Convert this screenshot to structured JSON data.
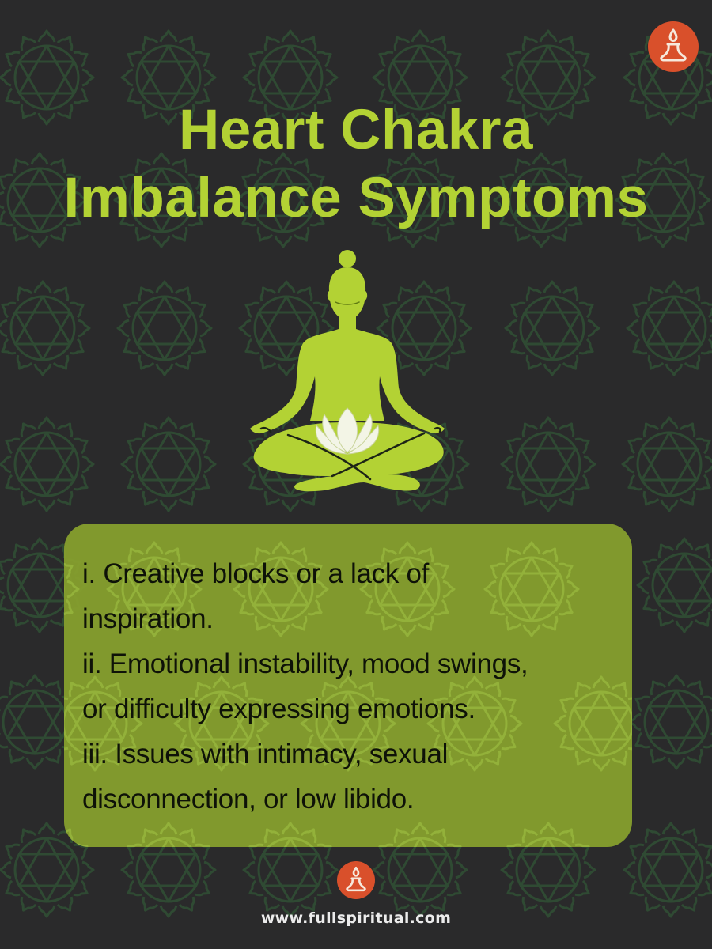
{
  "header": {
    "title_line1": "Heart Chakra",
    "title_line2": "Imbalance Symptoms"
  },
  "brand": {
    "logo_icon": "meditation-flame-icon",
    "url": "www.fullspiritual.com"
  },
  "illustration": {
    "figure": "meditating-person-icon",
    "center_icon": "lotus-icon"
  },
  "background": {
    "pattern_icon": "heart-chakra-anahata-icon"
  },
  "symptoms": {
    "lines": [
      "i.  Creative blocks or a lack of",
      "inspiration.",
      "ii. Emotional instability, mood swings,",
      "or difficulty expressing emotions.",
      "iii. Issues with intimacy, sexual",
      "disconnection, or low libido."
    ],
    "items": [
      "Creative blocks or a lack of inspiration.",
      "Emotional instability, mood swings, or difficulty expressing emotions.",
      "Issues with intimacy, sexual disconnection, or low libido."
    ]
  },
  "colors": {
    "background": "#2a2a2b",
    "accent_lime": "#b3d234",
    "pattern_green": "#2f4a33",
    "card_olive": "#859e2e",
    "logo_orange": "#d9502b",
    "logo_line": "#f6e9dc",
    "text_dark": "#0e1208",
    "url_text": "#ececec"
  }
}
